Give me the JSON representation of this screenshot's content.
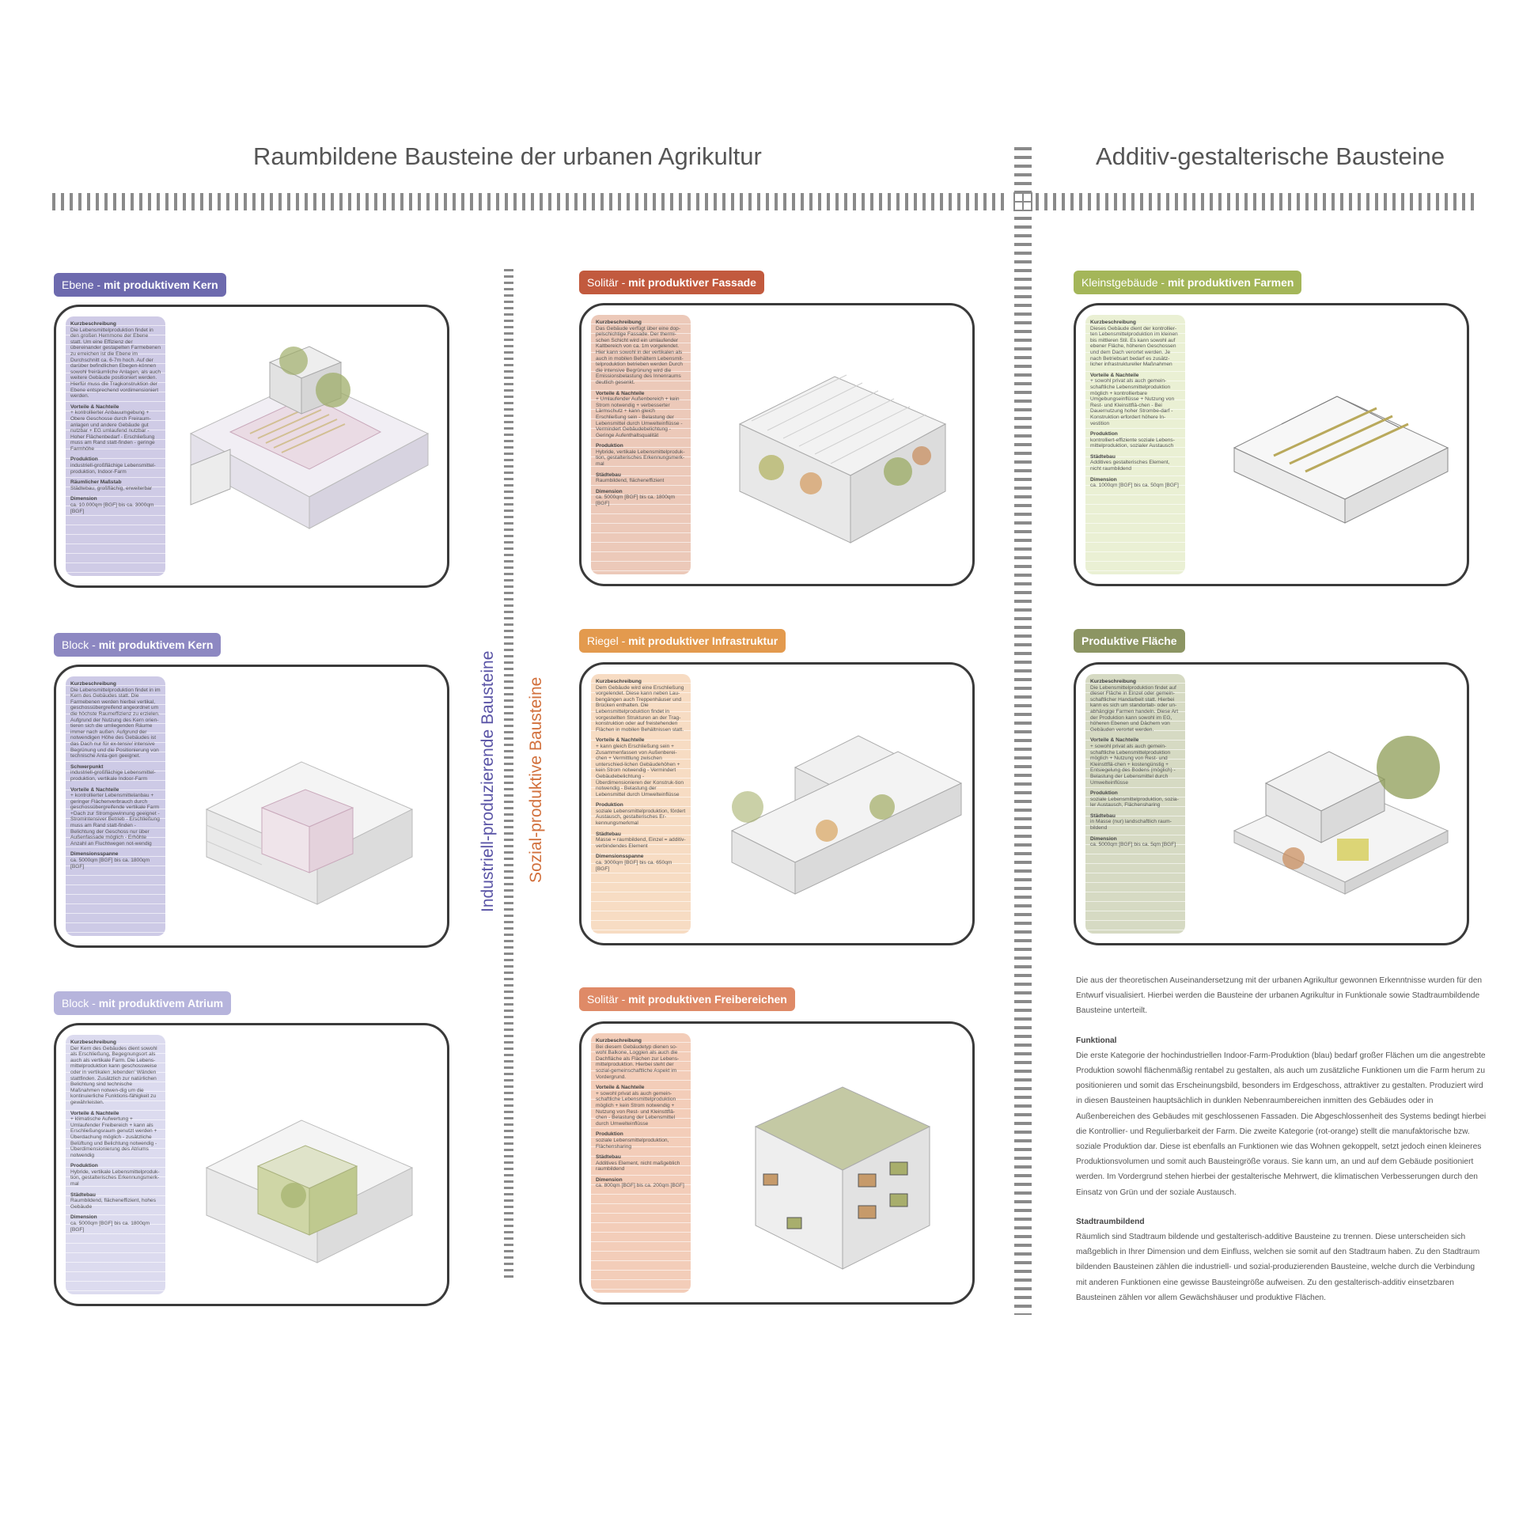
{
  "headings": {
    "left": "Raumbildene Bausteine der urbanen Agrikultur",
    "right": "Additiv-gestalterische Bausteine"
  },
  "axis_labels": {
    "industrial": "Industriell-produzierende Bausteine",
    "social": "Sozial-produktive Bausteine"
  },
  "colors": {
    "blue_dark": "#6d6aae",
    "blue_mid": "#8d88c2",
    "blue_light": "#b6b4dc",
    "red": "#c25a3e",
    "orange": "#e39a4e",
    "salmon": "#df8a67",
    "green": "#a4b659",
    "olive": "#8c9563"
  },
  "modules": [
    {
      "id": "ebene",
      "label_main": "Ebene - ",
      "label_bold": "mit produktivem Kern",
      "info": [
        {
          "h": "Kurzbeschreibung",
          "t": "Die Lebensmittelproduktion findet in den großen Hemmone der Ebene statt. Um eine Effizienz der übereinander gestapelten Farmebenen zu erreichen ist die Ebene im Durchschnitt ca. 6-7m hoch. Auf der darüber befindlichen Ebegen-können sowohl freiräumliche Anlagen, als auch weitere Gebäude positioniert werden. Hierfür muss die Tragkonstruktion der Ebene entsprechend vordimensioniert werden."
        },
        {
          "h": "Vorteile & Nachteile",
          "t": "+ kontrollierter Anbauumgebung + Obere Geschosse durch Freiraum-anlagen und andere Gebäude gut nutzbar + EG umlaufend nutzbar - Hoher Flächenbedarf - Erschließung muss am Rand statt-finden - geringe Farmhöhe"
        },
        {
          "h": "Produktion",
          "t": "industriell-großflächige Lebensmittel-produktion, Indoor-Farm"
        },
        {
          "h": "Räumlicher Maßstab",
          "t": "Städtebau, großflächig, erweiterbar"
        },
        {
          "h": "Dimension",
          "t": "ca. 10.000qm [BGF] bis ca. 3000qm [BGF]"
        }
      ]
    },
    {
      "id": "block-kern",
      "label_main": "Block - ",
      "label_bold": "mit produktivem Kern",
      "info": [
        {
          "h": "Kurzbeschreibung",
          "t": "Die Lebensmittelproduktion findet in im Kern des Gebäudes statt. Die Farmebenen werden hierbei vertikal, geschossübergreifend angeordnet um die höchste Raumeffizienz zu erzielen. Aufgrund der Nutzung des Kern orien-tieren sich die umliegenden Räume immer nach außen. Aufgrund der notwendigen Höhe des Gebäudes ist das Dach nur für ex-tensiv/ intensive Begrünung und die Positionierung von technische Anla-gen geeignet."
        },
        {
          "h": "Schwerpunkt",
          "t": "industriell-großflächige Lebensmittel-produktion, vertikale Indoor-Farm"
        },
        {
          "h": "Vorteile & Nachteile",
          "t": "+ kontrollierter Lebensmittelanbau + geringer Flächenverbrauch durch geschossübergreifende vertikale Farm +Dach zur Stromgewinnung geeignet - Stromintensiver Betrieb - Erschließung muss am Rand statt-finden - Belichtung der Geschoss nur über Außenfassade möglich - Erhöhte Anzahl an Fluchtwegen not-wendig"
        },
        {
          "h": "Dimensionsspanne",
          "t": "ca. 5000qm [BGF] bis ca. 1800qm [BGF]"
        }
      ]
    },
    {
      "id": "block-atrium",
      "label_main": "Block - ",
      "label_bold": "mit produktivem Atrium",
      "info": [
        {
          "h": "Kurzbeschreibung",
          "t": "Der Kern des Gebäudes dient sowohl als Erschließung, Begegnungsort als auch als vertikale Farm. Die Lebens-mittelproduktion kann geschossweise oder in vertikalen ‚lebenden' Wänden stattfinden. Zusätzlich zur natürlichen Belichtung sind technische Maßnahmen notwen-dig um die kontinuierliche Funktions-fähigkeit zu gewährleisten."
        },
        {
          "h": "Vorteile & Nachteile",
          "t": "+ klimatische Aufwertung + Umlaufender Freibereich + kann als Erschließungsraum genutzt werden + Überdachung möglich - zusätzliche Belüftung und Belichtung notwendig - Überdimensionierung des Atriums notwendig"
        },
        {
          "h": "Produktion",
          "t": "Hybride, vertikale Lebensmittelproduk-tion, gestalterisches Erkennungsmerk-mal"
        },
        {
          "h": "Städtebau",
          "t": "Raumbildend, flächeneffizient, hohes Gebäude"
        },
        {
          "h": "Dimension",
          "t": "ca. 5000qm [BGF] bis ca. 1800qm [BGF]"
        }
      ]
    },
    {
      "id": "solitaer-fassade",
      "label_main": "Solitär - ",
      "label_bold": " mit produktiver Fassade",
      "info": [
        {
          "h": "Kurzbeschreibung",
          "t": "Das Gebäude verfügt über eine dop-pelschichtige Fassade. Der thermi-schen Schicht wird ein umlaufender Kaltbereich von ca. 1m vorgelendet. Hier kann sowohl in der vertikalen als auch in mobilen Behältern Lebensmit-telproduktion betrieben werden Durch die intensive Begrünung wird die Emissionsbelastung des Innenraums deutlich gesenkt."
        },
        {
          "h": "Vorteile & Nachteile",
          "t": "+ Umlaufender Außenbereich + kein Strom notwendig + verbesserter Lärmschutz + kann gleich Erschließung sein - Belastung der Lebensmittel durch Umwelteinflüsse - Vermindert Gebäudebelichtung - Geringe Aufenthaltsqualität"
        },
        {
          "h": "Produktion",
          "t": "Hybride, vertikale Lebensmittelproduk-tion, gestalterisches Erkennungsmerk-mal"
        },
        {
          "h": "Städtebau",
          "t": "Raumbildend, flächeneffizient"
        },
        {
          "h": "Dimension",
          "t": "ca. 5000qm [BGF] bis ca. 1800qm [BGF]"
        }
      ]
    },
    {
      "id": "riegel",
      "label_main": "Riegel - ",
      "label_bold": "mit produktiver Infrastruktur",
      "info": [
        {
          "h": "Kurzbeschreibung",
          "t": "Dem Gebäude wird eine Erschließung vorgelendet. Diese kann neben Lau-bengängen auch Treppenhäuser und Brücken enthalten. Die Lebensmittelproduktion findet in vorgestellten Strukturen an der Trag-konstruktion oder auf freistehenden Flächen in mobilen Behältnissen statt."
        },
        {
          "h": "Vorteile & Nachteile",
          "t": "+ kann gleich Erschließung sein + Zusammenfassen von Außenberei-chen + Vermittlung zwischen unterschied-lichen Gebäudehöhen + kein Strom notwendig - Vermindert Gebäudebelichtung - Überdimensionieren der Konstruk-tion notwendig - Belastung der Lebensmittel durch Umwelteinflüsse"
        },
        {
          "h": "Produktion",
          "t": "soziale Lebensmittelproduktion, fördert Austausch, gestalterisches Er-kennungsmerkmal"
        },
        {
          "h": "Städtebau",
          "t": "Masse = raumbildend, Einzel = additiv-verbindendes Element"
        },
        {
          "h": "Dimensionsspanne",
          "t": "ca. 3000qm [BGF] bis ca. 650qm [BGF]"
        }
      ]
    },
    {
      "id": "solitaer-frei",
      "label_main": "Solitär - ",
      "label_bold": "mit produktiven Freibereichen",
      "info": [
        {
          "h": "Kurzbeschreibung",
          "t": "Bei diesem Gebäudetyp dienen so-wohl Balkone, Loggien als auch die Dachfläche als Flächen zur Lebens-mittelproduktion. Hierbei steht der sozial-gemeinschaftliche Aspekt im Vordergrund."
        },
        {
          "h": "Vorteile & Nachteile",
          "t": "+ sowohl privat als auch gemein-schaftliche Lebensmittelproduktion möglich + kein Strom notwendig + Nutzung von Rest- und Kleinsttflä-chen - Belastung der Lebensmittel durch Umwelteinflüsse"
        },
        {
          "h": "Produktion",
          "t": "soziale Lebensmittelproduktion, Flächensharing"
        },
        {
          "h": "Städtebau",
          "t": "Additives Element, nicht maßgeblich raumbildend"
        },
        {
          "h": "Dimension",
          "t": "ca. 800qm [BGF] bis ca. 200qm [BGF]"
        }
      ]
    },
    {
      "id": "kleinst",
      "label_main": "Kleinstgebäude - ",
      "label_bold": "mit produktiven Farmen",
      "info": [
        {
          "h": "Kurzbeschreibung",
          "t": "Dieses Gebäude dient der kontrollier-ten Lebensmittelproduktion im kleinen bis mittleren Stil. Es kann sowohl auf ebener Fläche, höheren Geschossen und dem Dach verortet werden. Je nach Betriebsart bedarf es zusätz-licher infrastruktureller Maßnahmen"
        },
        {
          "h": "Vorteile & Nachteile",
          "t": "+ sowohl privat als auch gemein-schaftliche Lebensmittelproduktion möglich + kontrollierbare Umgebungseinflüsse + Nutzung von Rest- und Kleinsttflä-chen - Bei Dauernutzung hoher Strombe-darf - Konstruktion erfordert höhere In-vestition"
        },
        {
          "h": "Produktion",
          "t": "kontrolliert-effiziente soziale Lebens-mittelproduktion, sozialer Austausch"
        },
        {
          "h": "Städtebau",
          "t": "Additives gestalterisches Element, nicht raumbildend"
        },
        {
          "h": "Dimension",
          "t": "ca. 1000qm [BGF] bis ca. 50qm [BGF]"
        }
      ]
    },
    {
      "id": "flaeche",
      "label_main": "",
      "label_bold": "Produktive Fläche",
      "info": [
        {
          "h": "Kurzbeschreibung",
          "t": "Die Lebensmittelproduktion findet auf dieser Fläche in Einzel oder gemein-schaftlicher Handarbeit statt. Hierbei kann es sich um standortab- oder un-abhängige Farmen handeln. Diese Art der Produktion kann sowohl im EG, höheren Ebenen und Dächern von Gebäuden verortet werden."
        },
        {
          "h": "Vorteile & Nachteile",
          "t": "+ sowohl privat als auch gemein-schaftliche Lebensmittelproduktion möglich + Nutzung von Rest- und Kleinsttflä-chen + kostengünstig + Entsiegelung des Bodens (möglich) - Belastung der Lebensmittel durch Umwelteinflüsse"
        },
        {
          "h": "Produktion",
          "t": "soziale Lebensmittelproduktion, sozia-ler Austausch, Flächensharing"
        },
        {
          "h": "Städtebau",
          "t": "in Masse (nur) landschaftlich raum-bildend"
        },
        {
          "h": "Dimension",
          "t": "ca. 5000qm [BGF] bis ca. 5qm [BGF]"
        }
      ]
    }
  ],
  "text": {
    "intro": "Die aus der theoretischen Auseinandersetzung mit der urbanen Agrikultur gewonnen Erkenntnisse wurden für den Entwurf visualisiert. Hierbei werden die Bausteine der urbanen Agrikultur in Funktionale sowie Stadtraumbildende Bausteine unterteilt.",
    "funktional_title": "Funktional",
    "funktional": "Die erste Kategorie der hochindustriellen Indoor-Farm-Produktion (blau) bedarf großer Flächen um die angestrebte Produktion sowohl flächenmäßig rentabel zu gestalten, als auch um zusätzliche Funktionen um die Farm herum zu positionieren und somit das Erscheinungsbild, besonders im Erdgeschoss, attraktiver zu gestalten. Produziert wird in diesen Bausteinen hauptsächlich in dunklen Nebenraumbereichen inmitten des Gebäudes oder in Außenbereichen des Gebäudes mit geschlossenen Fassaden. Die Abgeschlossenheit des Systems bedingt hierbei die Kontrollier- und Regulierbarkeit der Farm. Die zweite Kategorie (rot-orange) stellt die manufaktorische bzw. soziale Produktion dar. Diese ist ebenfalls an Funktionen wie das Wohnen gekoppelt, setzt jedoch einen kleineres Produktionsvolumen und somit auch Bausteingröße voraus. Sie kann um, an und auf dem Gebäude positioniert werden. Im Vordergrund stehen hierbei der gestalterische Mehrwert, die klimatischen Verbesserungen durch den Einsatz von Grün und der soziale Austausch.",
    "stadt_title": "Stadtraumbildend",
    "stadt": "Räumlich sind Stadtraum bildende und gestalterisch-additive Bausteine zu trennen. Diese unterscheiden sich maßgeblich in Ihrer Dimension und dem Einfluss, welchen sie somit auf den Stadtraum haben. Zu den Stadtraum bildenden Bausteinen zählen die industriell- und sozial-produzierenden Bausteine, welche durch die Verbindung mit anderen Funktionen eine gewisse Bausteingröße aufweisen. Zu den gestalterisch-additiv einsetzbaren Bausteinen zählen vor allem Gewächshäuser und produktive Flächen."
  }
}
